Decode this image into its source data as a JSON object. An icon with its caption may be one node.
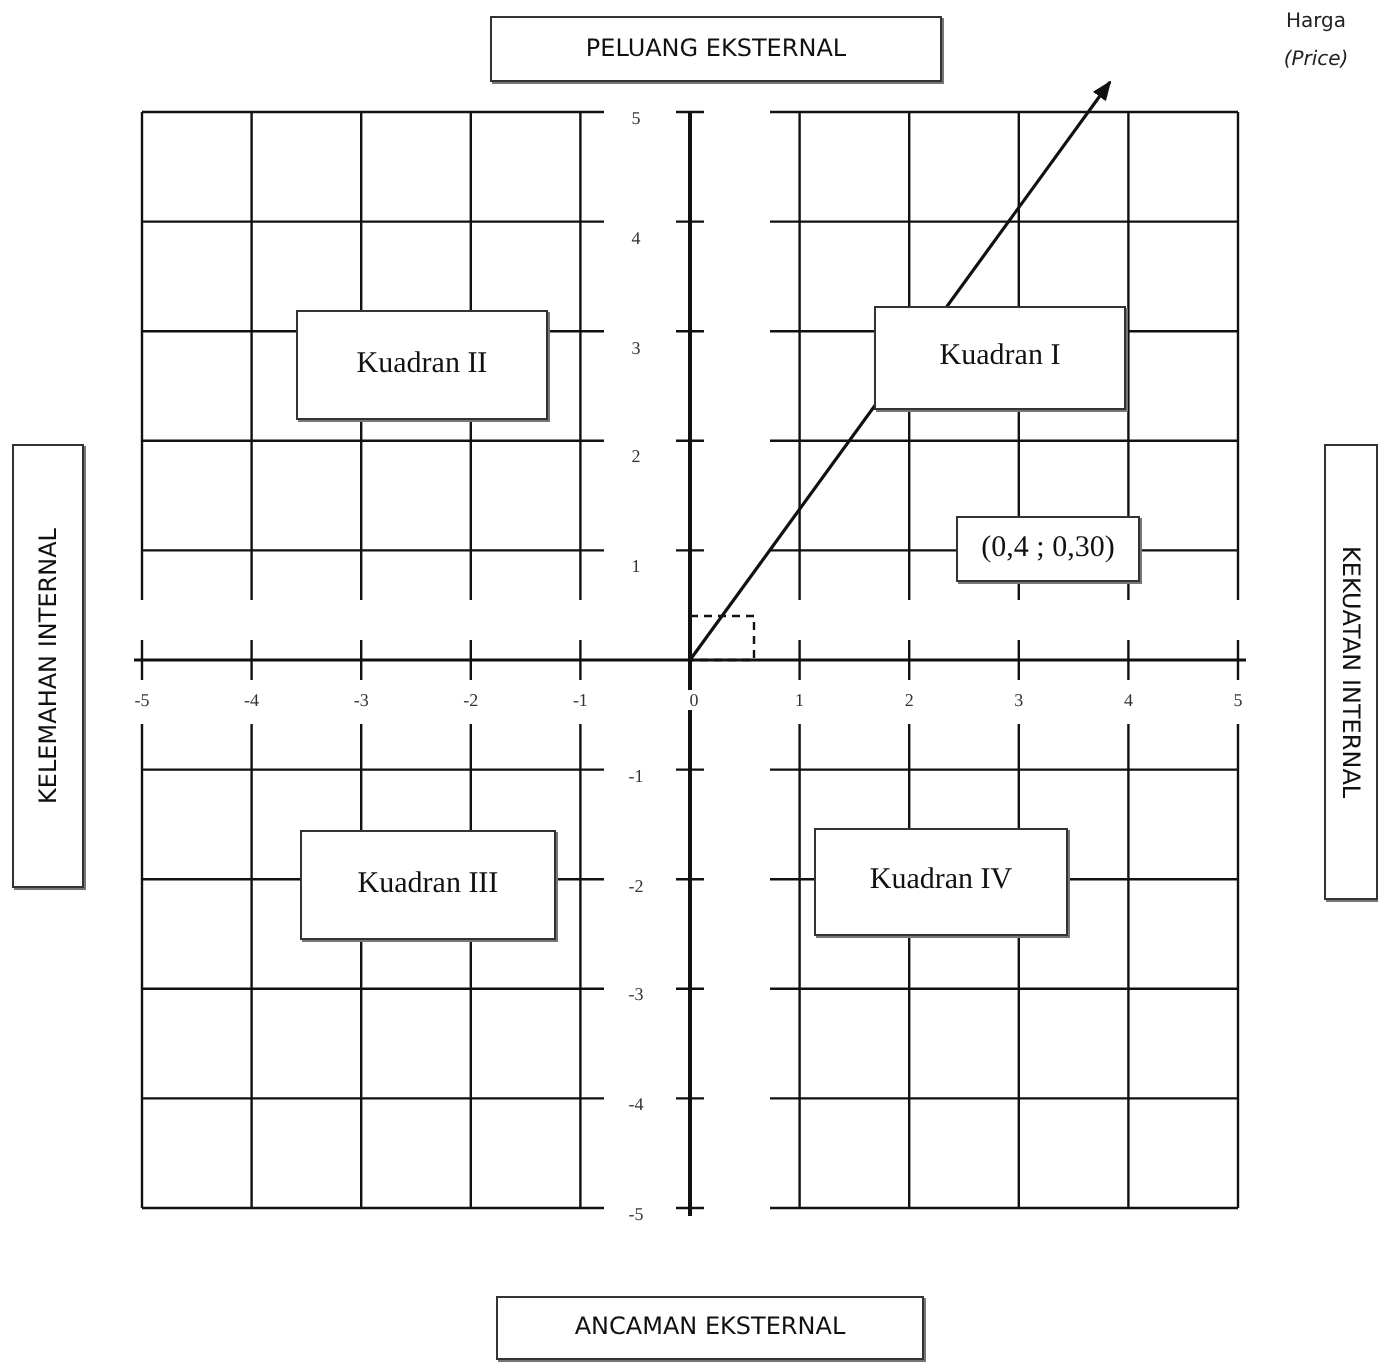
{
  "diagram": {
    "nodes": [
      {
        "text": [
          "PELUANG EKSTERNAL"
        ]
      },
      {
        "text": [
          "Kuadran II"
        ]
      },
      {
        "text": [
          "Kuadran I"
        ]
      },
      {
        "text": [
          "(0,4 ; 0,30)"
        ]
      },
      {
        "text": [
          "KELEMAHAN INTERNAL"
        ]
      },
      {
        "text": [
          "KEKUATAN INTERNAL"
        ]
      },
      {
        "text": [
          "Kuadran III"
        ]
      },
      {
        "text": [
          "Kuadran IV"
        ]
      },
      {
        "text": [
          "ANCAMAN EKSTERNAL"
        ]
      }
    ],
    "labels": [
      "Harga",
      "(Price)",
      "5",
      "4",
      "3",
      "2",
      "1",
      "-5",
      "-4",
      "-3",
      "-2",
      "-1",
      "0",
      "1",
      "2",
      "3",
      "4",
      "5",
      "-1",
      "-2",
      "-3",
      "-4",
      "-5"
    ]
  }
}
